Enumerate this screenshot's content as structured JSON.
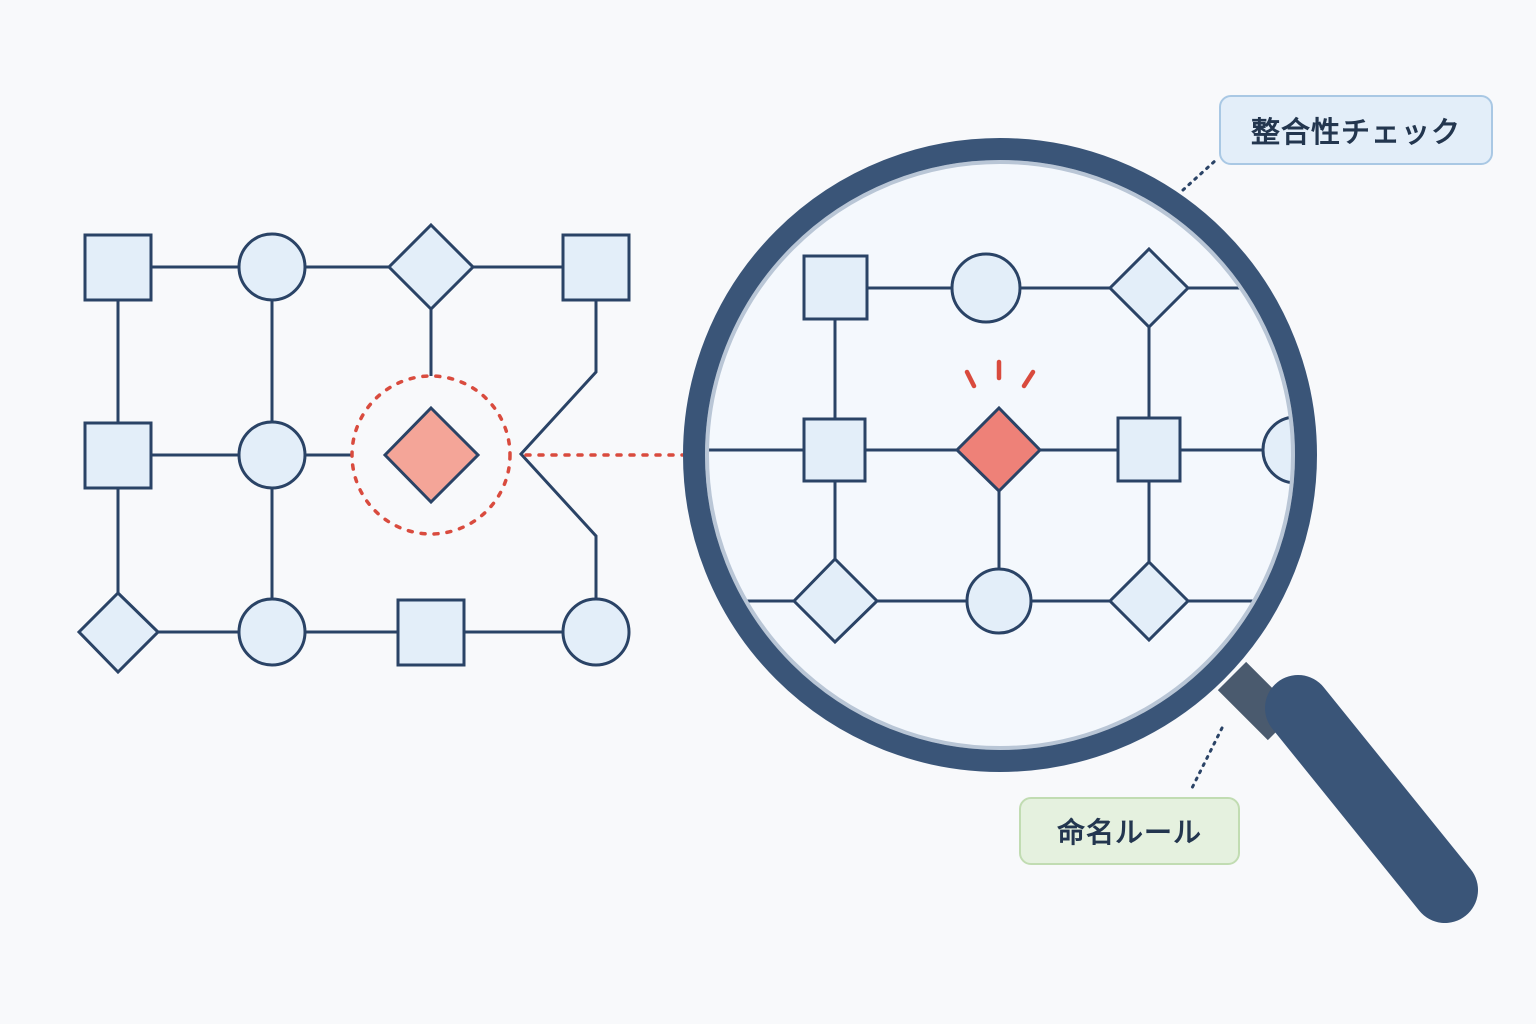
{
  "labels": {
    "consistency_check": "整合性チェック",
    "naming_rule": "命名ルール"
  },
  "colors": {
    "background": "#f8f9fb",
    "stroke": "#2a4366",
    "node_fill": "#e3eef9",
    "error_fill": "#f4a598",
    "error_fill_zoomed": "#ee8178",
    "error_stroke": "#d94b3e",
    "lens_fill": "#f4f8fd",
    "lens_rim": "#3a5578",
    "check_tag_fill": "#e3eef9",
    "naming_tag_fill": "#e5f1df"
  },
  "diagram": {
    "graph_nodes": [
      {
        "id": "a1",
        "shape": "square"
      },
      {
        "id": "a2",
        "shape": "circle"
      },
      {
        "id": "a3",
        "shape": "diamond"
      },
      {
        "id": "a4",
        "shape": "square"
      },
      {
        "id": "b1",
        "shape": "square"
      },
      {
        "id": "b2",
        "shape": "circle"
      },
      {
        "id": "b3",
        "shape": "diamond",
        "status": "error"
      },
      {
        "id": "c1",
        "shape": "diamond"
      },
      {
        "id": "c2",
        "shape": "circle"
      },
      {
        "id": "c3",
        "shape": "square"
      },
      {
        "id": "c4",
        "shape": "circle"
      }
    ],
    "magnified_nodes": [
      {
        "id": "m1",
        "shape": "square"
      },
      {
        "id": "m2",
        "shape": "circle"
      },
      {
        "id": "m3",
        "shape": "diamond"
      },
      {
        "id": "m4",
        "shape": "square"
      },
      {
        "id": "m5",
        "shape": "diamond",
        "status": "error"
      },
      {
        "id": "m6",
        "shape": "square"
      },
      {
        "id": "m7",
        "shape": "circle"
      },
      {
        "id": "m8",
        "shape": "diamond"
      },
      {
        "id": "m9",
        "shape": "circle"
      },
      {
        "id": "m10",
        "shape": "diamond"
      }
    ]
  }
}
